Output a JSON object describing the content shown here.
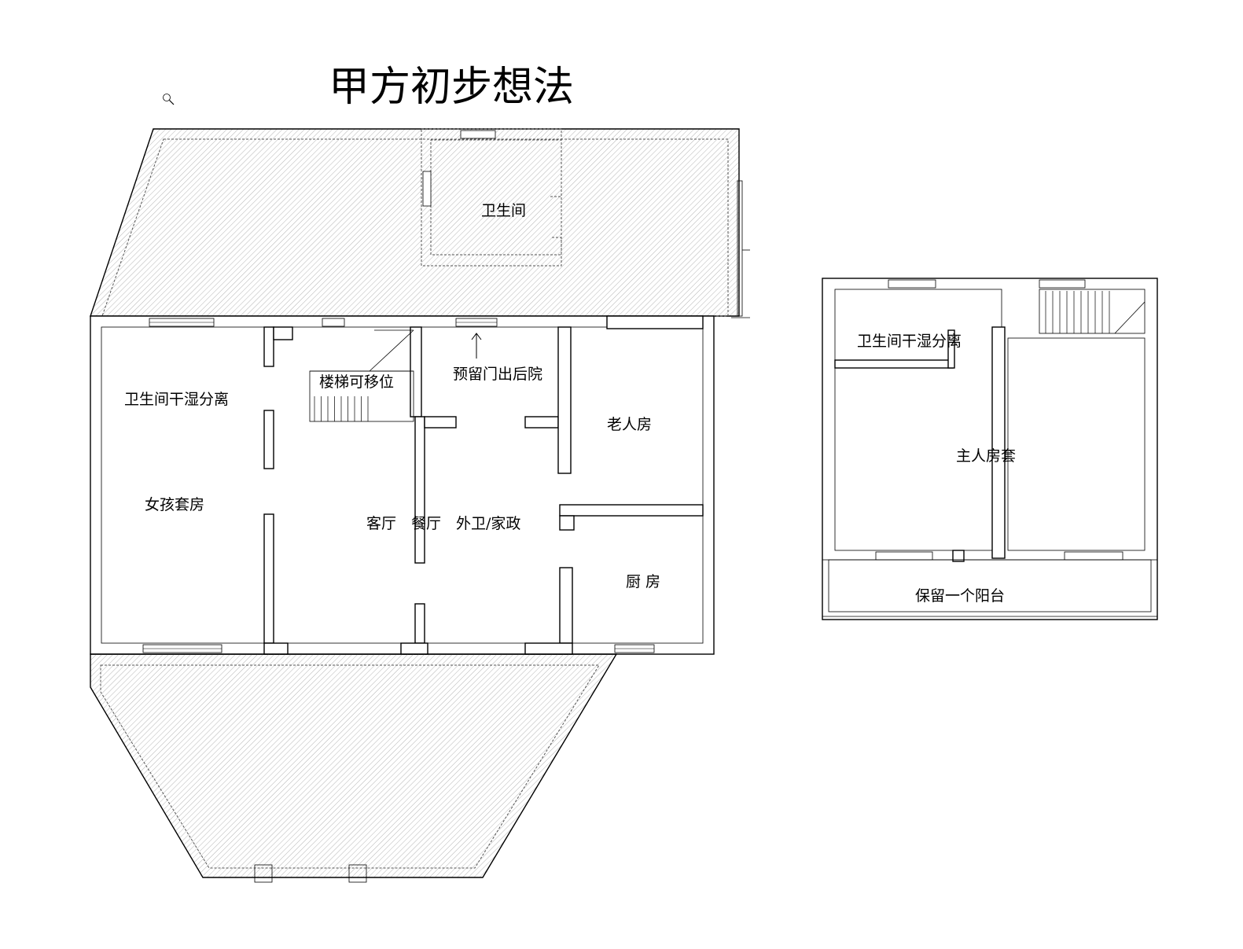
{
  "title": "甲方初步想法",
  "icons": {
    "zoom": "magnifier-icon"
  },
  "hatch_color": "#cfcfcf",
  "ground_floor": {
    "rear_wc": "卫生间",
    "stair_note": "楼梯可移位",
    "reserved_door": "预留门出后院",
    "bath_dry_wet": "卫生间干湿分离",
    "girl_suite": "女孩套房",
    "elder_room": "老人房",
    "living_dining": "客厅　餐厅　外卫/家政",
    "kitchen": "厨 房"
  },
  "upper_floor": {
    "bath_dry_wet": "卫生间干湿分离",
    "master_suite": "主人房套",
    "balcony": "保留一个阳台"
  }
}
